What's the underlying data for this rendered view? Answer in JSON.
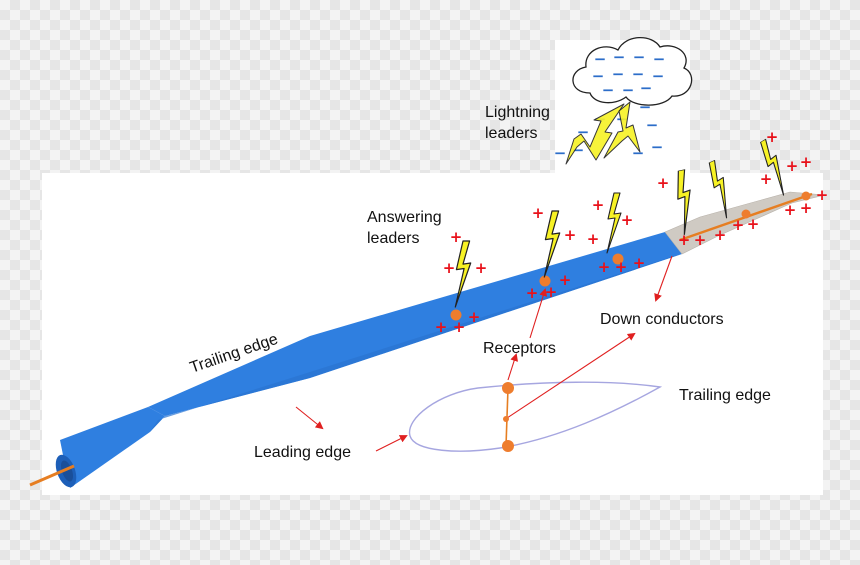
{
  "labels": {
    "lightning_leaders": [
      "Lightning",
      "leaders"
    ],
    "answering_leaders": [
      "Answering",
      "leaders"
    ],
    "trailing_edge_blade": "Trailing edge",
    "receptors": "Receptors",
    "down_conductors": "Down conductors",
    "trailing_edge_airfoil": "Trailing edge",
    "leading_edge": "Leading edge"
  },
  "symbols": {
    "positive": "+",
    "negative": "−"
  },
  "colors": {
    "blade": "#2f7fe0",
    "blade_dark": "#1d5fb8",
    "tip": "#cfcac3",
    "conductor": "#e67e22",
    "receptor": "#ee7d2e",
    "bolt_fill": "#f7f225",
    "positive_charge": "#e8121b",
    "negative_charge": "#2c6dc9",
    "pointer": "#e02020",
    "airfoil": "#a6a6e0"
  }
}
